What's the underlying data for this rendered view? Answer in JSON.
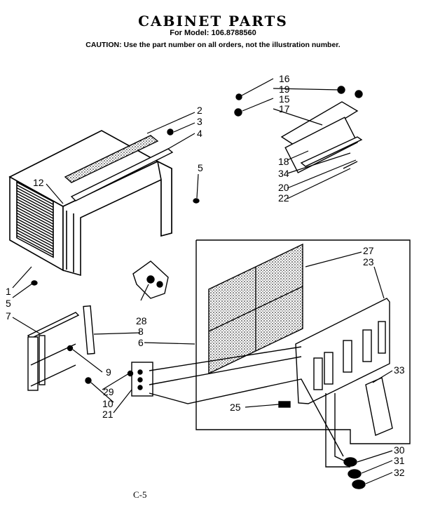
{
  "header": {
    "title": "CABINET PARTS",
    "model_line": "For Model: 106.8788560",
    "caution": "CAUTION: Use the part number on all orders, not the illustration number."
  },
  "footer": {
    "page_code": "C-5"
  },
  "callouts": [
    "2",
    "3",
    "4",
    "5",
    "12",
    "1",
    "5",
    "7",
    "16",
    "19",
    "15",
    "17",
    "18",
    "34",
    "20",
    "22",
    "27",
    "23",
    "28",
    "8",
    "6",
    "9",
    "29",
    "10",
    "21",
    "33",
    "25",
    "30",
    "31",
    "32"
  ]
}
